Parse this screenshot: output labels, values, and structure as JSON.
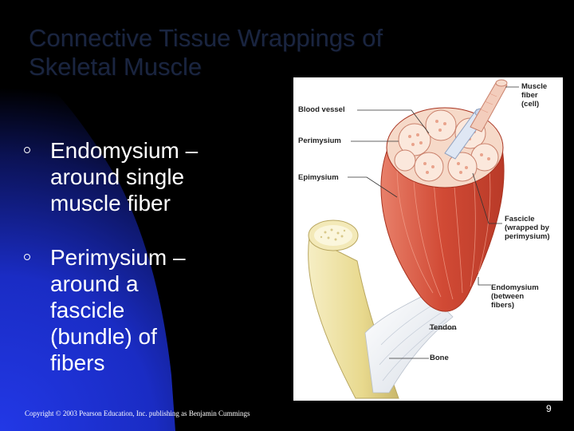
{
  "slide": {
    "title_line1": "Connective Tissue Wrappings of",
    "title_line2": "Skeletal Muscle",
    "bullets": [
      {
        "lines": [
          "Endomysium –",
          "around single",
          "muscle fiber"
        ]
      },
      {
        "lines": [
          "Perimysium –",
          "around a",
          "fascicle",
          "(bundle) of",
          "fibers"
        ]
      }
    ],
    "copyright": "Copyright © 2003 Pearson Education, Inc. publishing as Benjamin Cummings",
    "page_number": "9"
  },
  "figure": {
    "labels": {
      "muscle_fiber": [
        "Muscle",
        "fiber",
        "(cell)"
      ],
      "blood_vessel": "Blood vessel",
      "perimysium": "Perimysium",
      "epimysium": "Epimysium",
      "fascicle": [
        "Fascicle",
        "(wrapped by",
        "perimysium)"
      ],
      "endomysium": [
        "Endomysium",
        "(between",
        "fibers)"
      ],
      "tendon": "Tendon",
      "bone": "Bone"
    }
  },
  "colors": {
    "background_black": "#000000",
    "background_blue": "#1e2fd0",
    "title_dark_navy": "#1a2540",
    "muscle_red": "#d9533e",
    "bone_cream": "#efe4a8"
  }
}
